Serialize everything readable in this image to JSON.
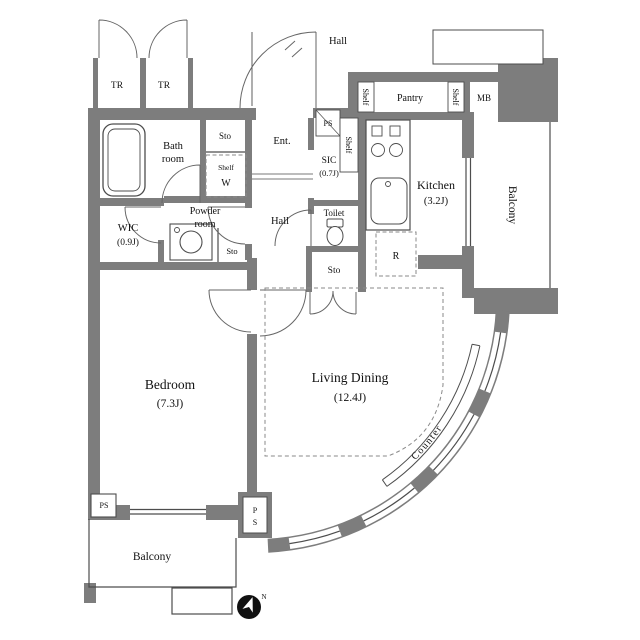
{
  "plan": {
    "common": {
      "hall": "Hall",
      "tr_left": "TR",
      "tr_right": "TR"
    },
    "entry": {
      "ent": "Ent.",
      "ps": "PS",
      "shelf": "Shelf",
      "sic": "SIC",
      "sic_size": "(0.7J)",
      "hall": "Hall"
    },
    "bath": {
      "label1": "Bath",
      "label2": "room"
    },
    "storage": {
      "sto_top": "Sto",
      "shelf_w": "Shelf",
      "w": "W",
      "sto_mid": "Sto",
      "sto_living": "Sto"
    },
    "powder": {
      "label1": "Powder",
      "label2": "room"
    },
    "wic": {
      "label": "WIC",
      "size": "(0.9J)"
    },
    "toilet": {
      "label": "Toilet"
    },
    "kitchen": {
      "label": "Kitchen",
      "size": "(3.2J)",
      "pantry": "Pantry",
      "shelf_left": "Shelf",
      "shelf_right": "Shelf",
      "mb": "MB",
      "fridge": "R"
    },
    "bedroom": {
      "label": "Bedroom",
      "size": "(7.3J)"
    },
    "living": {
      "label": "Living Dining",
      "size": "(12.4J)",
      "counter": "Counter"
    },
    "balcony": {
      "right": "Balcony",
      "bottom": "Balcony"
    },
    "service": {
      "ps_left": "PS",
      "ps_col_p": "P",
      "ps_col_s": "S"
    },
    "compass": {
      "north": "N"
    }
  },
  "colors": {
    "wall": "#7d7d7d",
    "line": "#4d4d4d",
    "background": "#ffffff"
  }
}
